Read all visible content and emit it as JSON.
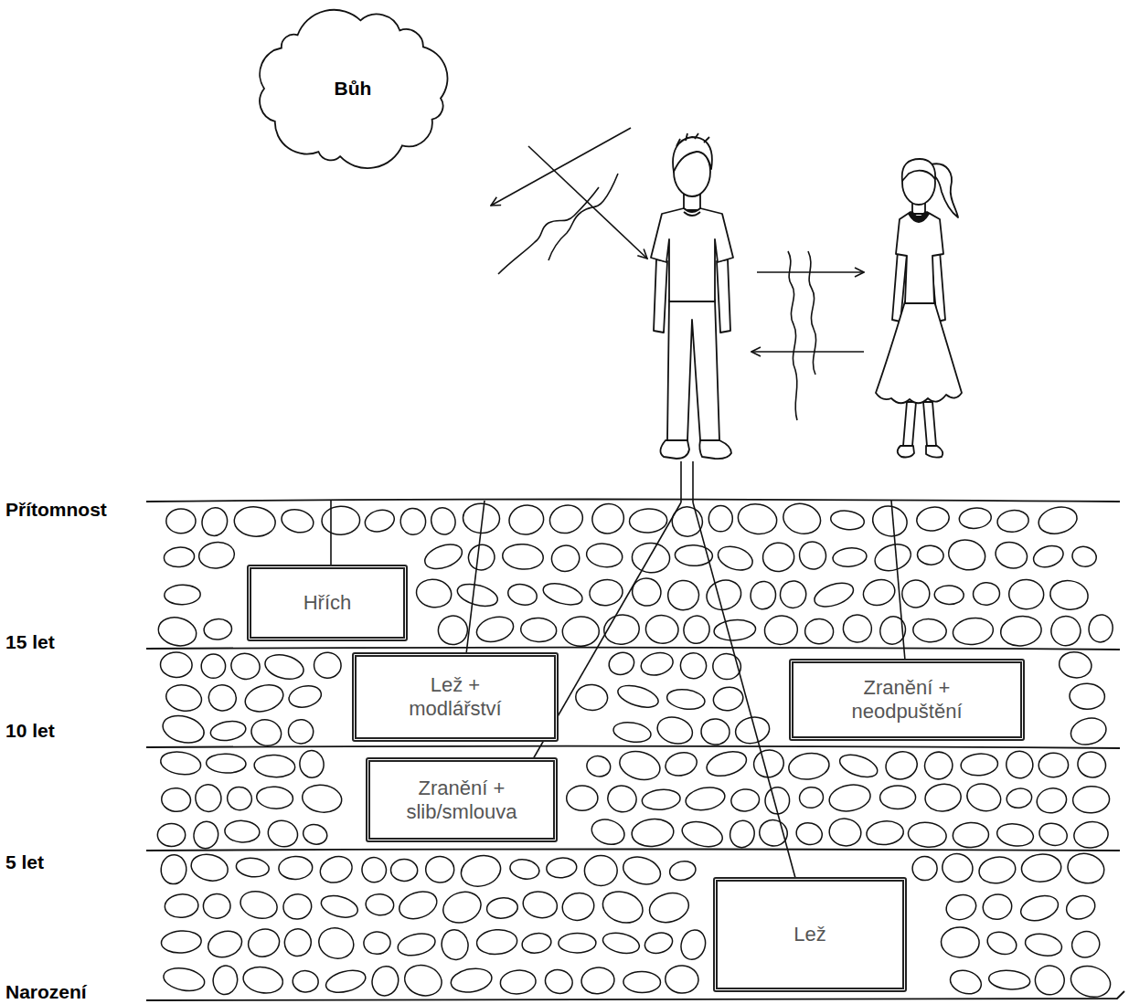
{
  "diagram": {
    "nodes": [
      {
        "text": [
          "Bůh"
        ]
      },
      {
        "text": [
          "Hřích"
        ]
      },
      {
        "text": [
          "Lež + modlářství"
        ]
      },
      {
        "text": [
          "Zranění + neodpuštění"
        ]
      },
      {
        "text": [
          "Zranění + slib/smlouva"
        ]
      },
      {
        "text": [
          "Lež"
        ]
      }
    ],
    "labels": [
      "Přítomnost",
      "15 let",
      "10 let",
      "5 let",
      "Narození"
    ]
  }
}
